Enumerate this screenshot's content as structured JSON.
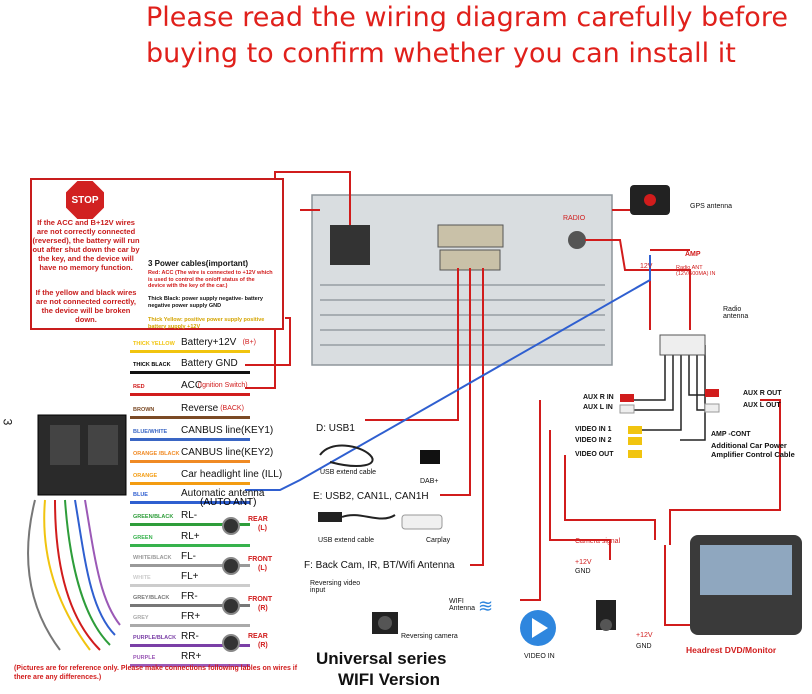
{
  "header": {
    "line1": "Please read the wiring diagram carefully before",
    "line2": "buying to confirm whether you can install it"
  },
  "warning": {
    "stop": "STOP",
    "text1": "If the ACC and B+12V wires are not correctly connected (reversed), the battery will run out after shut down the car by the key, and the device will have no memory function.",
    "text2": "If the yellow and black wires are not connected correctly, the device will be broken down."
  },
  "side_number": "3",
  "power": {
    "title": "3 Power cables(important)",
    "red_desc": "Red: ACC (The wire is connected to +12V which is used to control the on/off status of the device with the key of the car.)",
    "black_desc": "Thick Black: power supply negative- battery negative power supply GND",
    "yellow_desc": "Thick Yellow: positive power supply positive battery supply +12V"
  },
  "wires": [
    {
      "name": "THICK YELLOW",
      "func": "Battery+12V",
      "extra": "(B+)",
      "color": "#f1c40f"
    },
    {
      "name": "THICK BLACK",
      "func": "Battery GND",
      "extra": "",
      "color": "#111111"
    },
    {
      "name": "RED",
      "func": "ACC",
      "extra": "(Ignition Switch)",
      "color": "#d11c1c"
    },
    {
      "name": "BROWN",
      "func": "Reverse",
      "extra": "(BACK)",
      "color": "#7b4a25"
    },
    {
      "name": "BLUE/WHITE",
      "func": "CANBUS line(KEY1)",
      "extra": "",
      "color": "#3a66c4"
    },
    {
      "name": "ORANGE /BLACK",
      "func": "CANBUS line(KEY2)",
      "extra": "",
      "color": "#f08a24"
    },
    {
      "name": "ORANGE",
      "func": "Car headlight line (ILL)",
      "extra": "",
      "color": "#f39c12"
    },
    {
      "name": "BLUE",
      "func": "Automatic antenna",
      "extra": "(AUTO ANT)",
      "color": "#2f5fd0"
    },
    {
      "name": "GREEN/BLACK",
      "func": "RL-",
      "extra": "",
      "color": "#2e9d3a"
    },
    {
      "name": "GREEN",
      "func": "RL+",
      "extra": "",
      "color": "#37b24d"
    },
    {
      "name": "WHITE/BLACK",
      "func": "FL-",
      "extra": "",
      "color": "#999999"
    },
    {
      "name": "WHITE",
      "func": "FL+",
      "extra": "",
      "color": "#cccccc"
    },
    {
      "name": "GREY/BLACK",
      "func": "FR-",
      "extra": "",
      "color": "#777777"
    },
    {
      "name": "GREY",
      "func": "FR+",
      "extra": "",
      "color": "#aaaaaa"
    },
    {
      "name": "PURPLE/BLACK",
      "func": "RR-",
      "extra": "",
      "color": "#7a3fa6"
    },
    {
      "name": "PURPLE",
      "func": "RR+",
      "extra": "",
      "color": "#9b59b6"
    }
  ],
  "speakers": [
    {
      "label": "REAR",
      "side": "(L)"
    },
    {
      "label": "FRONT",
      "side": "(L)"
    },
    {
      "label": "FRONT",
      "side": "(R)"
    },
    {
      "label": "REAR",
      "side": "(R)"
    }
  ],
  "gps": {
    "label": "GPS antenna"
  },
  "radio_port": "RADIO",
  "amp": {
    "title": "AMP",
    "volt": "12V",
    "radio_ant": "Radio ANT (12V/500MA) IN",
    "radio_antenna": "Radio antenna"
  },
  "usb": {
    "d_title": "D: USB1",
    "usb_extend": "USB extend cable",
    "dab": "DAB+",
    "e_title": "E:  USB2, CAN1L, CAN1H",
    "usb_extend2": "USB extend cable",
    "carplay": "Carplay"
  },
  "cam": {
    "f_title": "F: Back Cam, IR, BT/Wifi Antenna",
    "rev_input": "Reversing video input",
    "wifi": "WIFI Antenna",
    "rev_cam": "Reversing camera"
  },
  "av": {
    "aux_r_in": "AUX R IN",
    "aux_l_in": "AUX L IN",
    "video_in1": "VIDEO IN 1",
    "video_in2": "VIDEO IN 2",
    "video_out": "VIDEO OUT",
    "aux_r_out": "AUX R OUT",
    "aux_l_out": "AUX L OUT",
    "amp_cont": "AMP -CONT",
    "amp_desc": "Additional Car Power Amplifier Control Cable",
    "camera_signal": "Camera signal",
    "v12": "+12V",
    "gnd": "GND",
    "video_in": "VIDEO IN",
    "v12b": "+12V",
    "gndb": "GND",
    "headrest": "Headrest DVD/Monitor"
  },
  "footer": {
    "note": "(Pictures are for reference only. Please make connections following lables on wires if there are any differences.)",
    "series1": "Universal series",
    "series2": "WIFI Version"
  }
}
